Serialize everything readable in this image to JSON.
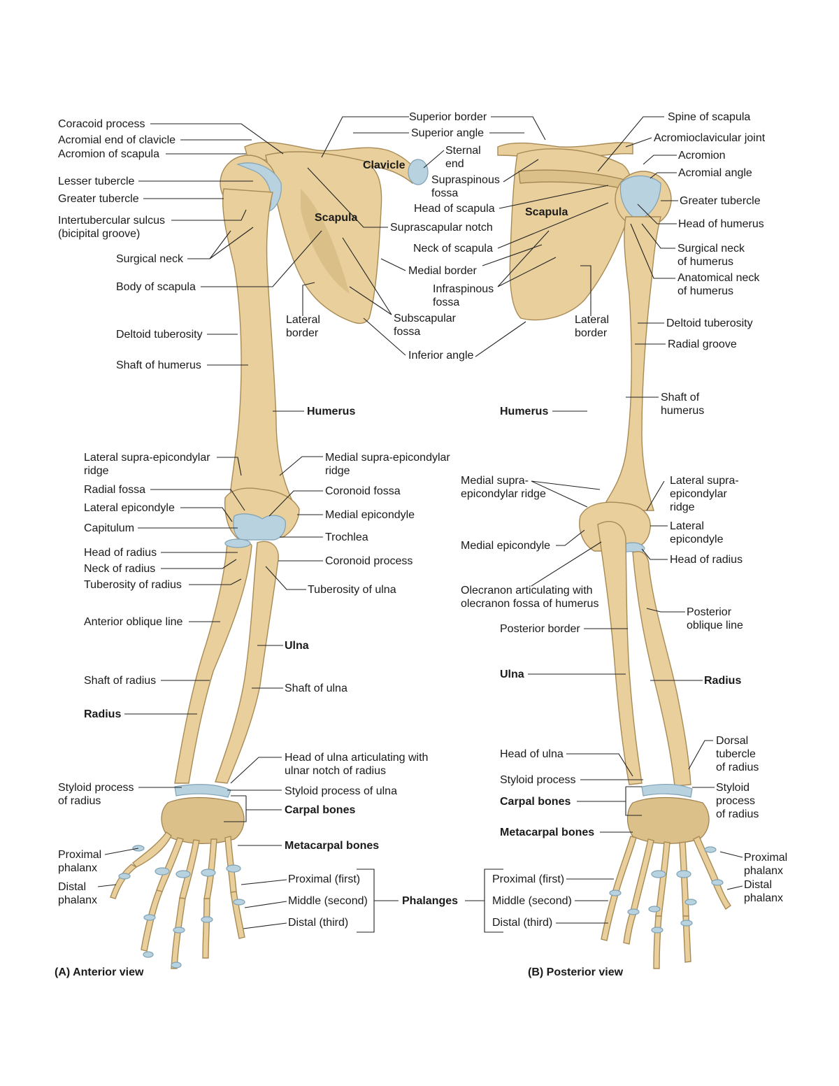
{
  "anterior": {
    "caption": "(A) Anterior view",
    "labels": {
      "coracoid_process": "Coracoid process",
      "acromial_end_clavicle": "Acromial end of clavicle",
      "acromion_scapula": "Acromion of scapula",
      "lesser_tubercle": "Lesser tubercle",
      "greater_tubercle": "Greater tubercle",
      "intertubercular_sulcus": "Intertubercular sulcus\n(bicipital groove)",
      "surgical_neck": "Surgical neck",
      "body_of_scapula": "Body of scapula",
      "deltoid_tuberosity": "Deltoid tuberosity",
      "shaft_of_humerus": "Shaft of humerus",
      "lateral_border": "Lateral\nborder",
      "scapula": "Scapula",
      "clavicle": "Clavicle",
      "humerus": "Humerus",
      "lateral_supra_epicondylar_ridge": "Lateral supra-epicondylar\nridge",
      "radial_fossa": "Radial fossa",
      "lateral_epicondyle": "Lateral epicondyle",
      "capitulum": "Capitulum",
      "head_of_radius": "Head of radius",
      "neck_of_radius": "Neck of radius",
      "tuberosity_of_radius": "Tuberosity of radius",
      "anterior_oblique_line": "Anterior oblique line",
      "shaft_of_radius": "Shaft of radius",
      "radius": "Radius",
      "styloid_process_radius": "Styloid process\nof radius",
      "proximal_phalanx": "Proximal\nphalanx",
      "distal_phalanx": "Distal\nphalanx",
      "medial_supra_epicondylar_ridge": "Medial supra-epicondylar\nridge",
      "coronoid_fossa": "Coronoid fossa",
      "medial_epicondyle": "Medial epicondyle",
      "trochlea": "Trochlea",
      "coronoid_process": "Coronoid process",
      "tuberosity_of_ulna": "Tuberosity of ulna",
      "ulna": "Ulna",
      "shaft_of_ulna": "Shaft of ulna",
      "head_of_ulna": "Head of ulna articulating with\nulnar notch of radius",
      "styloid_process_ulna": "Styloid process of ulna",
      "carpal_bones": "Carpal bones",
      "metacarpal_bones": "Metacarpal bones"
    }
  },
  "center": {
    "labels": {
      "superior_border": "Superior border",
      "superior_angle": "Superior angle",
      "sternal_end": "Sternal\nend",
      "supraspinous_fossa": "Supraspinous\nfossa",
      "head_of_scapula": "Head of scapula",
      "suprascapular_notch": "Suprascapular notch",
      "neck_of_scapula": "Neck of scapula",
      "medial_border": "Medial border",
      "infraspinous_fossa": "Infraspinous\nfossa",
      "subscapular_fossa": "Subscapular\nfossa",
      "inferior_angle": "Inferior angle",
      "phalanges": "Phalanges",
      "proximal_first": "Proximal (first)",
      "middle_second": "Middle (second)",
      "distal_third": "Distal (third)",
      "proximal_first_b": "Proximal (first)",
      "middle_second_b": "Middle (second)",
      "distal_third_b": "Distal (third)"
    }
  },
  "posterior": {
    "caption": "(B) Posterior view",
    "labels": {
      "spine_of_scapula": "Spine of scapula",
      "acromioclavicular_joint": "Acromioclavicular joint",
      "acromion": "Acromion",
      "acromial_angle": "Acromial angle",
      "greater_tubercle": "Greater tubercle",
      "head_of_humerus": "Head of humerus",
      "surgical_neck": "Surgical neck\nof humerus",
      "anatomical_neck": "Anatomical neck\nof humerus",
      "deltoid_tuberosity": "Deltoid tuberosity",
      "radial_groove": "Radial groove",
      "scapula": "Scapula",
      "lateral_border": "Lateral\nborder",
      "humerus": "Humerus",
      "shaft_of_humerus": "Shaft of\nhumerus",
      "medial_supra_epicondylar_ridge": "Medial supra-\nepicondylar ridge",
      "lateral_supra_epicondylar_ridge": "Lateral supra-\nepicondylar\nridge",
      "lateral_epicondyle": "Lateral\nepicondyle",
      "medial_epicondyle": "Medial epicondyle",
      "head_of_radius": "Head of radius",
      "olecranon": "Olecranon articulating with\nolecranon fossa of humerus",
      "posterior_oblique_line": "Posterior\noblique line",
      "posterior_border": "Posterior border",
      "ulna": "Ulna",
      "radius": "Radius",
      "head_of_ulna": "Head of ulna",
      "dorsal_tubercle": "Dorsal\ntubercle\nof radius",
      "styloid_process": "Styloid process",
      "styloid_process_radius": "Styloid\nprocess\nof radius",
      "carpal_bones": "Carpal bones",
      "metacarpal_bones": "Metacarpal bones",
      "proximal_phalanx": "Proximal\nphalanx",
      "distal_phalanx": "Distal\nphalanx"
    }
  },
  "colors": {
    "bone": "#e8cf9c",
    "cartilage": "#b9d2e0",
    "leader": "#222222"
  }
}
